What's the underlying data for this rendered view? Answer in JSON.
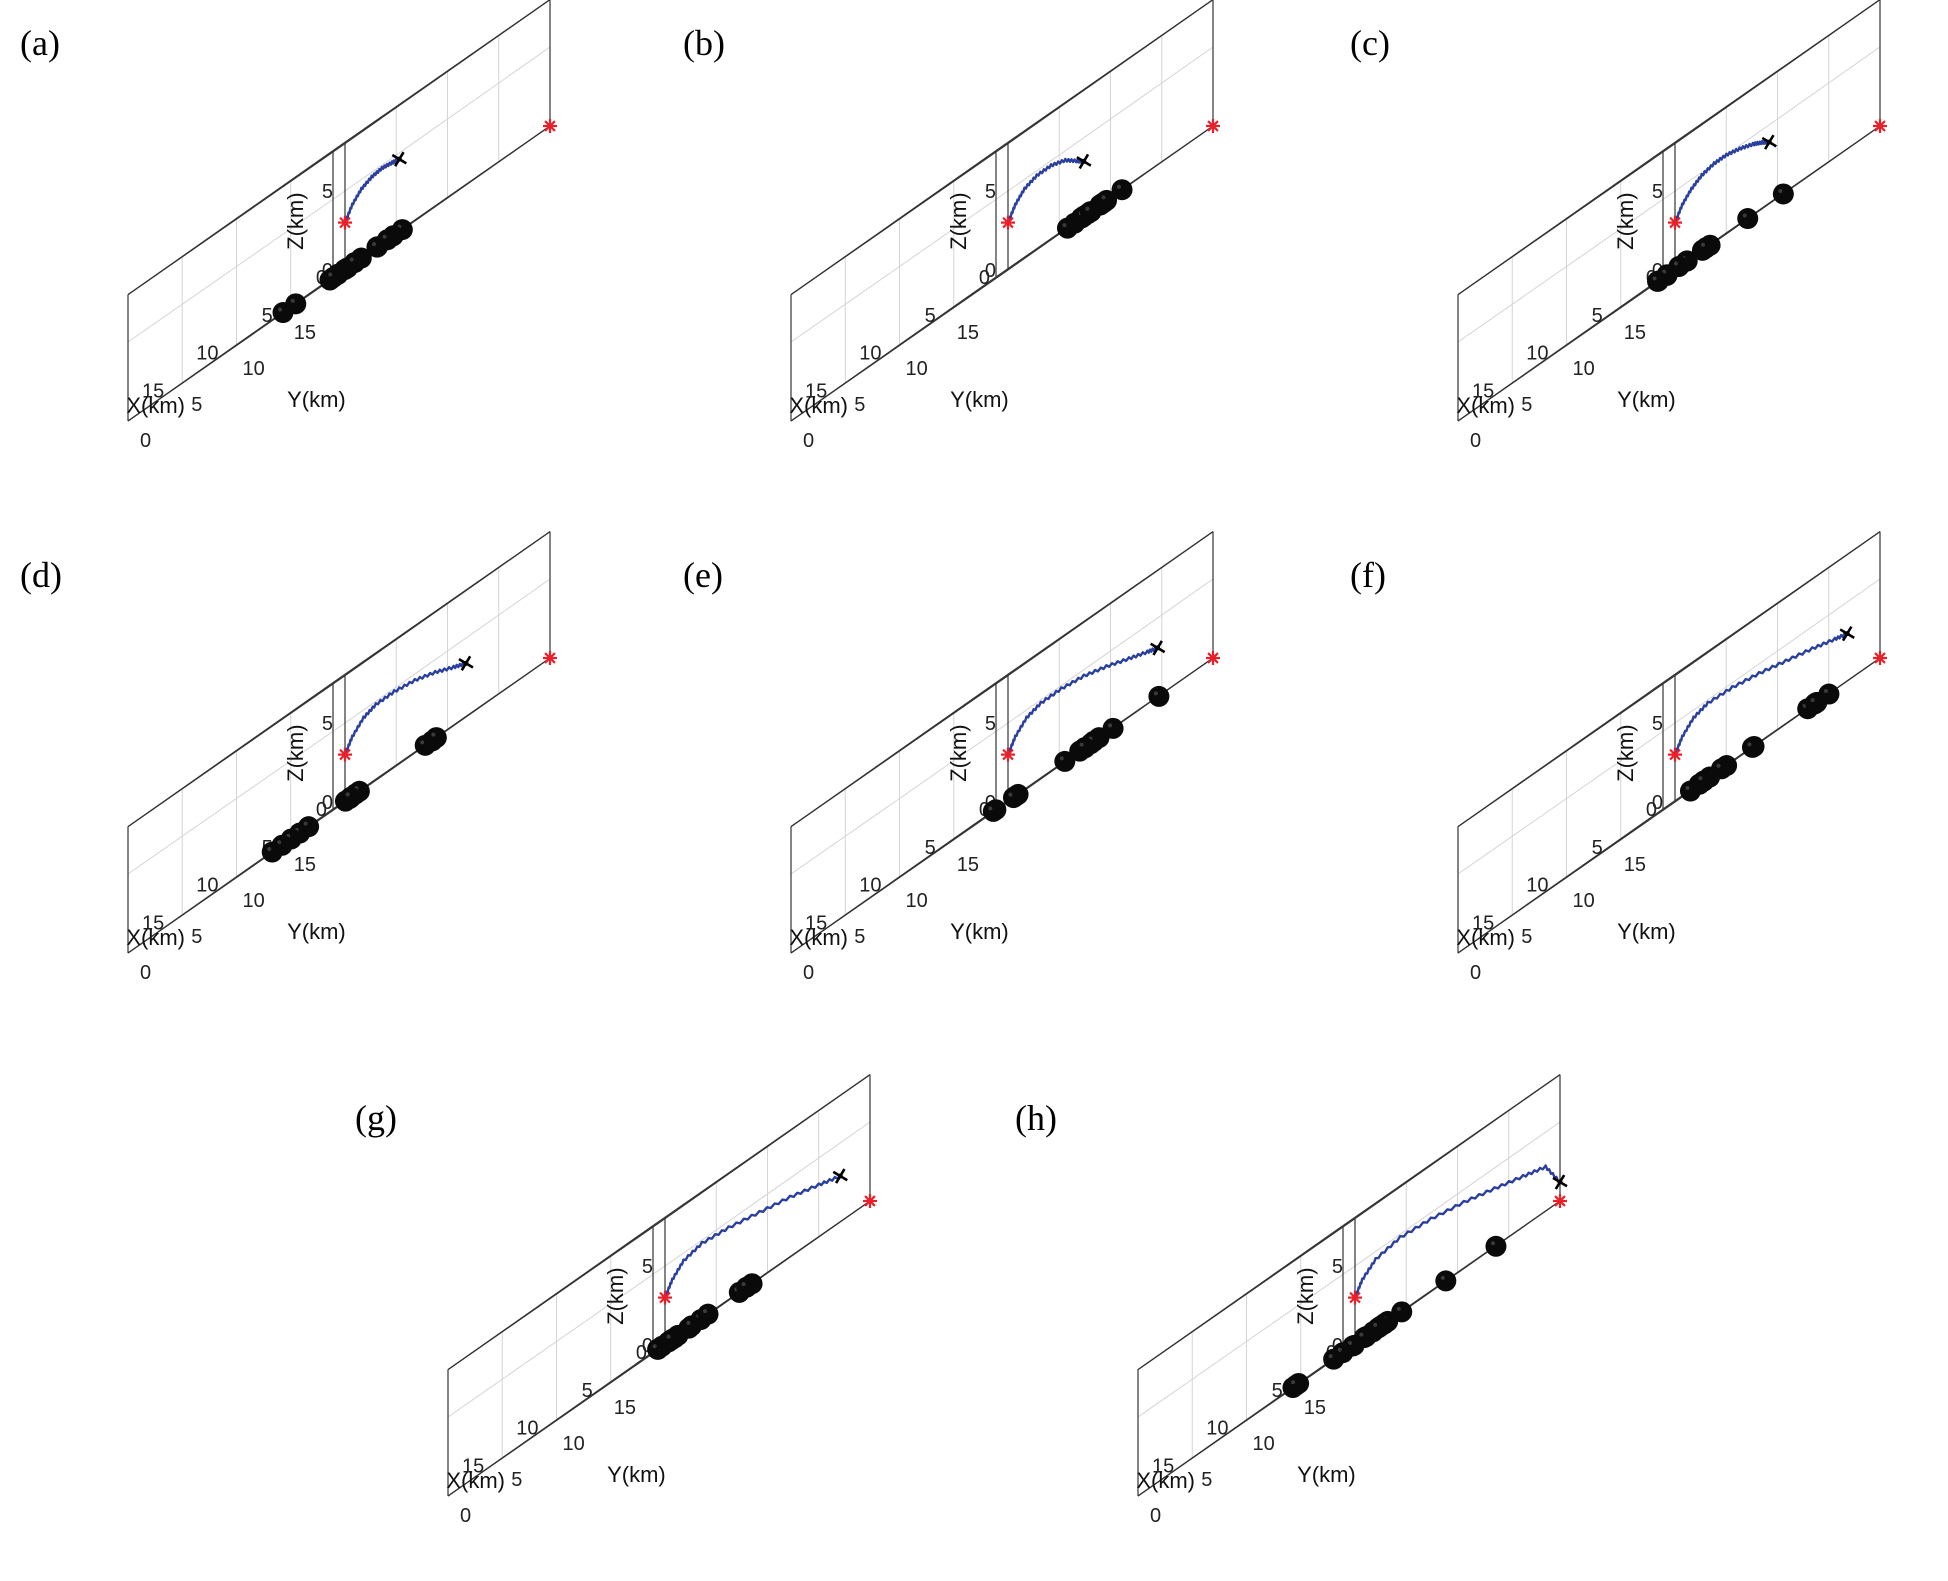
{
  "chart_data": {
    "type": "scatter",
    "description_axes": "3D view, x-axis X(km) 0-20, y-axis Y(km) 0-20, z-axis Z(km) 0-8; obstacles are black spheres, path is blue line from red start marker toward red goal marker",
    "xlabel": "X(km)",
    "ylabel": "Y(km)",
    "zlabel": "Z(km)",
    "xticks": [
      0,
      5,
      10,
      15
    ],
    "yticks": [
      0,
      5,
      10,
      15
    ],
    "zticks": [
      0,
      5
    ],
    "xlim": [
      0,
      20
    ],
    "ylim": [
      0,
      20
    ],
    "zlim": [
      0,
      8
    ],
    "colors": {
      "path": "#2a3f9e",
      "marker": "#e8202a",
      "obstacle": "#0a0a0a",
      "uav": "#000000"
    },
    "start": [
      0,
      0,
      3
    ],
    "goal": [
      0,
      20,
      0
    ],
    "panels": [
      {
        "label": "(a)",
        "path": [
          [
            0,
            0,
            3
          ],
          [
            0,
            0.7,
            3.8
          ],
          [
            0,
            1.6,
            4.4
          ],
          [
            0,
            2.6,
            4.7
          ],
          [
            0,
            3.6,
            4.8
          ],
          [
            0,
            4.6,
            4.7
          ],
          [
            0,
            5.3,
            4.6
          ]
        ],
        "obstacles": [
          [
            1.8,
            7.5
          ],
          [
            8,
            7
          ],
          [
            4.5,
            5
          ],
          [
            5,
            10
          ],
          [
            7,
            9
          ],
          [
            5.5,
            9
          ],
          [
            6,
            9.5
          ],
          [
            6,
            10.5
          ],
          [
            6.5,
            10
          ],
          [
            9,
            9.5
          ],
          [
            9.5,
            11
          ],
          [
            9.8,
            9.7
          ],
          [
            10.5,
            10.4
          ],
          [
            11,
            10.5
          ],
          [
            10.3,
            6.1
          ],
          [
            14.5,
            9.3
          ]
        ]
      },
      {
        "label": "(b)",
        "path": [
          [
            0,
            0,
            3
          ],
          [
            0,
            0.7,
            3.8
          ],
          [
            0,
            1.6,
            4.4
          ],
          [
            0,
            2.8,
            4.7
          ],
          [
            0,
            4.2,
            4.7
          ],
          [
            0,
            5.6,
            4.4
          ],
          [
            0,
            6.8,
            3.8
          ],
          [
            0,
            7.4,
            3.5
          ]
        ],
        "obstacles": [
          [
            0,
            6.5
          ],
          [
            0,
            8.1
          ],
          [
            1.7,
            7.6
          ],
          [
            2.5,
            12
          ],
          [
            3.5,
            12.7
          ],
          [
            3.6,
            11.6
          ],
          [
            3.8,
            13
          ],
          [
            3,
            14.3
          ],
          [
            4.1,
            13.5
          ],
          [
            5.2,
            12.9
          ],
          [
            4.9,
            14.8
          ],
          [
            6,
            13.5
          ],
          [
            6.7,
            14.3
          ],
          [
            6.9,
            14.7
          ],
          [
            6.2,
            14.6
          ]
        ]
      },
      {
        "label": "(c)",
        "path": [
          [
            0,
            0,
            3
          ],
          [
            0,
            0.7,
            3.8
          ],
          [
            0,
            1.6,
            4.4
          ],
          [
            0,
            2.6,
            4.8
          ],
          [
            0,
            3.8,
            5
          ],
          [
            0,
            5,
            5
          ],
          [
            0,
            6.3,
            4.8
          ],
          [
            0,
            7.6,
            4.5
          ],
          [
            0,
            8.5,
            4.2
          ],
          [
            0,
            9.2,
            3.9
          ]
        ],
        "obstacles": [
          [
            1.3,
            4.8
          ],
          [
            3.1,
            2.5
          ],
          [
            5.5,
            8.5
          ],
          [
            6,
            9.4
          ],
          [
            6.2,
            9.3
          ],
          [
            6.4,
            9.8
          ],
          [
            7,
            8.6
          ],
          [
            8.9,
            7.8
          ],
          [
            9.7,
            11.4
          ],
          [
            10.6,
            11.6
          ],
          [
            11.5,
            11.4
          ],
          [
            12,
            11
          ],
          [
            5.2,
            12.6
          ],
          [
            -1.2,
            9.3
          ]
        ]
      },
      {
        "label": "(d)",
        "path": [
          [
            0,
            0,
            3
          ],
          [
            0,
            0.7,
            3.8
          ],
          [
            0,
            1.8,
            4.5
          ],
          [
            0,
            3,
            4.8
          ],
          [
            0,
            4.8,
            4.8
          ],
          [
            0,
            6.8,
            4.6
          ],
          [
            0,
            8.8,
            4.2
          ],
          [
            0,
            10.6,
            3.7
          ],
          [
            0,
            11.8,
            3.4
          ]
        ],
        "obstacles": [
          [
            -3.6,
            4.7
          ],
          [
            2,
            2.6
          ],
          [
            6.8,
            7.8
          ],
          [
            7.8,
            8.3
          ],
          [
            8,
            9.5
          ],
          [
            8.5,
            10.4
          ],
          [
            9.3,
            10.4
          ],
          [
            10.5,
            6.7
          ],
          [
            11,
            6.4
          ],
          [
            12.5,
            7.1
          ],
          [
            12.8,
            10
          ],
          [
            15.4,
            9.2
          ],
          [
            3.2,
            12.3
          ],
          [
            4.7,
            12.8
          ]
        ]
      },
      {
        "label": "(e)",
        "path": [
          [
            0,
            0,
            3
          ],
          [
            0,
            0.7,
            3.8
          ],
          [
            0,
            1.8,
            4.5
          ],
          [
            0,
            3.2,
            4.8
          ],
          [
            0,
            5.2,
            4.8
          ],
          [
            0,
            7.4,
            4.6
          ],
          [
            0,
            9.6,
            4.2
          ],
          [
            0,
            11.8,
            3.7
          ],
          [
            0,
            13.6,
            3.3
          ],
          [
            0,
            14.6,
            3.1
          ]
        ],
        "obstacles": [
          [
            -5.5,
            8.9
          ],
          [
            -2.6,
            7.5
          ],
          [
            1.4,
            9
          ],
          [
            1.9,
            10.1
          ],
          [
            7.1,
            8.5
          ],
          [
            7.7,
            8.9
          ],
          [
            8,
            9
          ],
          [
            5.6,
            14.3
          ],
          [
            5.5,
            14.7
          ],
          [
            6.1,
            14.8
          ],
          [
            6.9,
            14.3
          ],
          [
            7.3,
            15.2
          ],
          [
            9.5,
            15.6
          ],
          [
            11.7,
            11.2
          ],
          [
            12.5,
            11.8
          ]
        ]
      },
      {
        "label": "(f)",
        "path": [
          [
            0,
            0,
            3
          ],
          [
            0,
            0.7,
            3.8
          ],
          [
            0,
            1.8,
            4.5
          ],
          [
            0,
            3.2,
            4.8
          ],
          [
            0,
            5.6,
            4.7
          ],
          [
            0,
            8.2,
            4.4
          ],
          [
            0,
            10.8,
            4
          ],
          [
            0,
            13.4,
            3.6
          ],
          [
            0,
            15.6,
            3.2
          ],
          [
            0,
            16.8,
            3
          ]
        ],
        "obstacles": [
          [
            1.6,
            3.2
          ],
          [
            -0.2,
            7.5
          ],
          [
            2.8,
            8
          ],
          [
            2.4,
            10.1
          ],
          [
            -2,
            12.9
          ],
          [
            -0.7,
            13.1
          ],
          [
            -0.5,
            13.1
          ],
          [
            0.9,
            13.9
          ],
          [
            1.3,
            15.1
          ],
          [
            8.8,
            11.7
          ],
          [
            7.9,
            12.9
          ],
          [
            8.9,
            12.8
          ],
          [
            9.6,
            13
          ],
          [
            10.7,
            13.7
          ],
          [
            10.8,
            14.2
          ]
        ]
      },
      {
        "label": "(g)",
        "path": [
          [
            0,
            0,
            3
          ],
          [
            0,
            0.7,
            3.8
          ],
          [
            0,
            1.8,
            4.5
          ],
          [
            0,
            3.6,
            4.8
          ],
          [
            0,
            6.2,
            4.6
          ],
          [
            0,
            9.2,
            4.2
          ],
          [
            0,
            12.2,
            3.8
          ],
          [
            0,
            15,
            3.3
          ],
          [
            0,
            17.1,
            2.9
          ]
        ],
        "obstacles": [
          [
            1.2,
            3.6
          ],
          [
            3.4,
            7.1
          ],
          [
            4.5,
            5.7
          ],
          [
            1.8,
            10.4
          ],
          [
            7.6,
            9.3
          ],
          [
            7.2,
            10.2
          ],
          [
            9.3,
            10.4
          ],
          [
            9.7,
            10.6
          ],
          [
            10.2,
            10.1
          ],
          [
            11.6,
            11.6
          ],
          [
            11.7,
            12.1
          ],
          [
            12.3,
            12.3
          ],
          [
            11.3,
            12.6
          ],
          [
            8.6,
            13.3
          ],
          [
            6,
            13.6
          ],
          [
            7.5,
            15.9
          ]
        ]
      },
      {
        "label": "(h)",
        "path": [
          [
            0,
            0,
            3
          ],
          [
            0,
            0.7,
            3.8
          ],
          [
            0,
            2,
            4.5
          ],
          [
            0,
            4.4,
            4.8
          ],
          [
            0,
            7.4,
            4.6
          ],
          [
            0,
            10.6,
            4.2
          ],
          [
            0,
            13.6,
            3.7
          ],
          [
            0,
            16.4,
            3.2
          ],
          [
            0,
            18.6,
            2.8
          ],
          [
            0,
            20,
            1.2
          ]
        ],
        "obstacles": [
          [
            -4.3,
            9.2
          ],
          [
            3.3,
            3.4
          ],
          [
            4.1,
            8.9
          ],
          [
            4.1,
            13.2
          ],
          [
            6.9,
            7.1
          ],
          [
            7.4,
            9.6
          ],
          [
            8.8,
            10.4
          ],
          [
            8,
            11.3
          ],
          [
            8.1,
            11.5
          ],
          [
            8.7,
            12.4
          ],
          [
            10.5,
            13.6
          ],
          [
            10.9,
            13.8
          ],
          [
            11.8,
            13.4
          ],
          [
            11.7,
            10.3
          ],
          [
            11.8,
            11.3
          ],
          [
            14.6,
            9.4
          ],
          [
            15.4,
            10.8
          ],
          [
            16.4,
            11.6
          ]
        ]
      }
    ]
  }
}
